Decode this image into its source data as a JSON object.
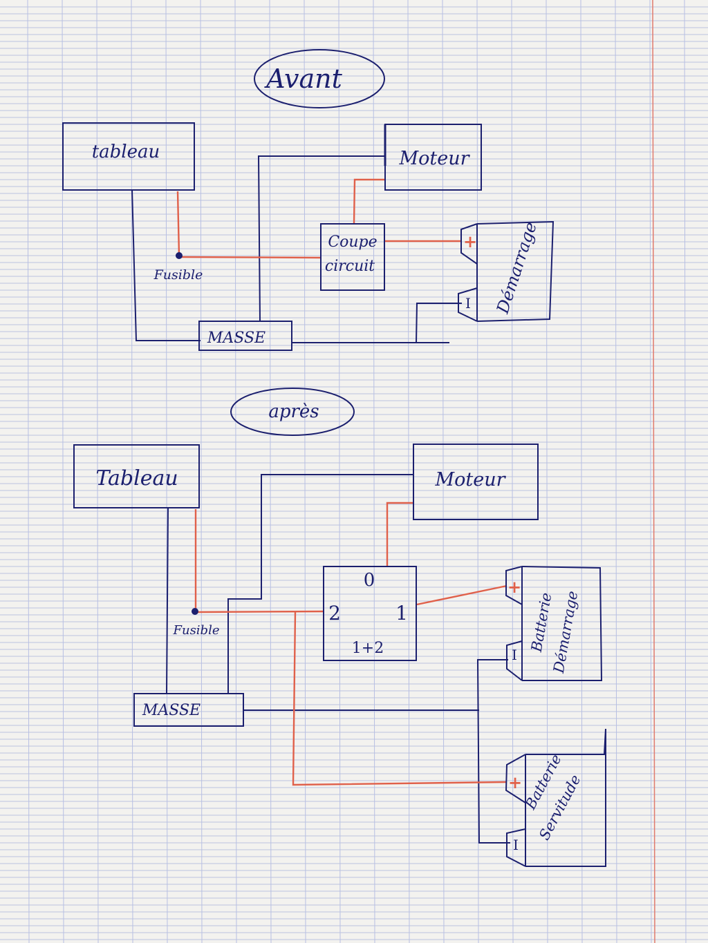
{
  "colors": {
    "paper": "#f3f2ef",
    "grid_h": "#a9b3da",
    "grid_v": "#b7bfe3",
    "margin": "#e07a6d",
    "ink": "#1b1f6e",
    "red_wire": "#e0604a"
  },
  "avant": {
    "title": "Avant",
    "tableau": "tableau",
    "moteur": "Moteur",
    "coupe_circuit": [
      "Coupe",
      "circuit"
    ],
    "demarrage": "Démarrage",
    "fusible": "Fusible",
    "masse": "MASSE",
    "plus": "+",
    "minus": "I"
  },
  "apres": {
    "title": "après",
    "tableau": "Tableau",
    "moteur": "Moteur",
    "switch_0": "0",
    "switch_1": "1",
    "switch_2": "2",
    "switch_12": "1+2",
    "fusible": "Fusible",
    "masse": "MASSE",
    "battery_start": [
      "Batterie",
      "Démarrage"
    ],
    "battery_service": [
      "Batterie",
      "Servitude"
    ],
    "plus": "+",
    "minus": "I"
  }
}
